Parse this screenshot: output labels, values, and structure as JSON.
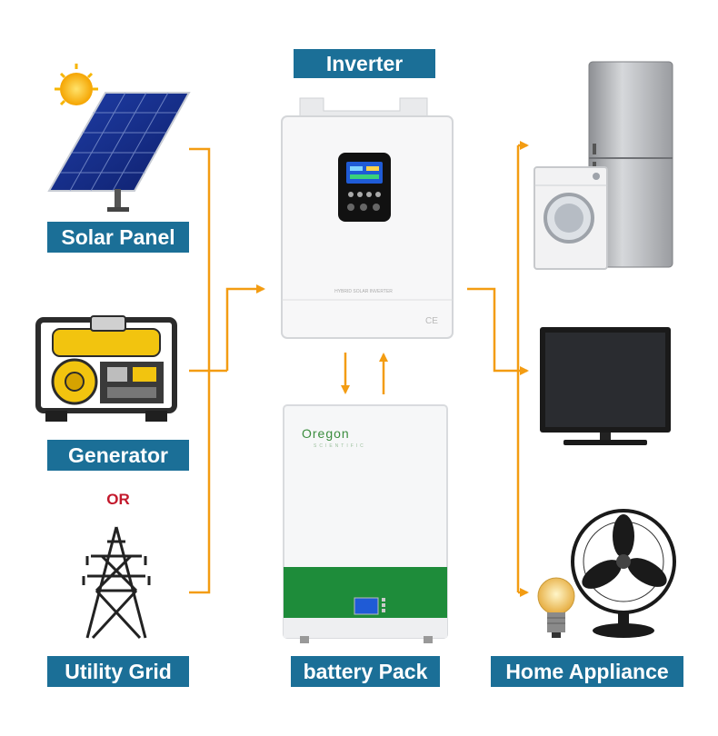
{
  "labels": {
    "inverter": "Inverter",
    "solar": "Solar Panel",
    "generator": "Generator",
    "or": "OR",
    "grid": "Utility Grid",
    "battery": "battery Pack",
    "appliance": "Home Appliance"
  },
  "battery_logo": "Oregon",
  "battery_logo_sub": "SCIENTIFIC",
  "inverter_model": "HYBRID SOLAR INVERTER",
  "inverter_mark": "CE",
  "colors": {
    "label_bg": "#1b6f97",
    "arrow": "#f39c12",
    "or_text": "#c3192c",
    "battery_green": "#1e8c3a",
    "screen_blue": "#1f5bd6"
  }
}
